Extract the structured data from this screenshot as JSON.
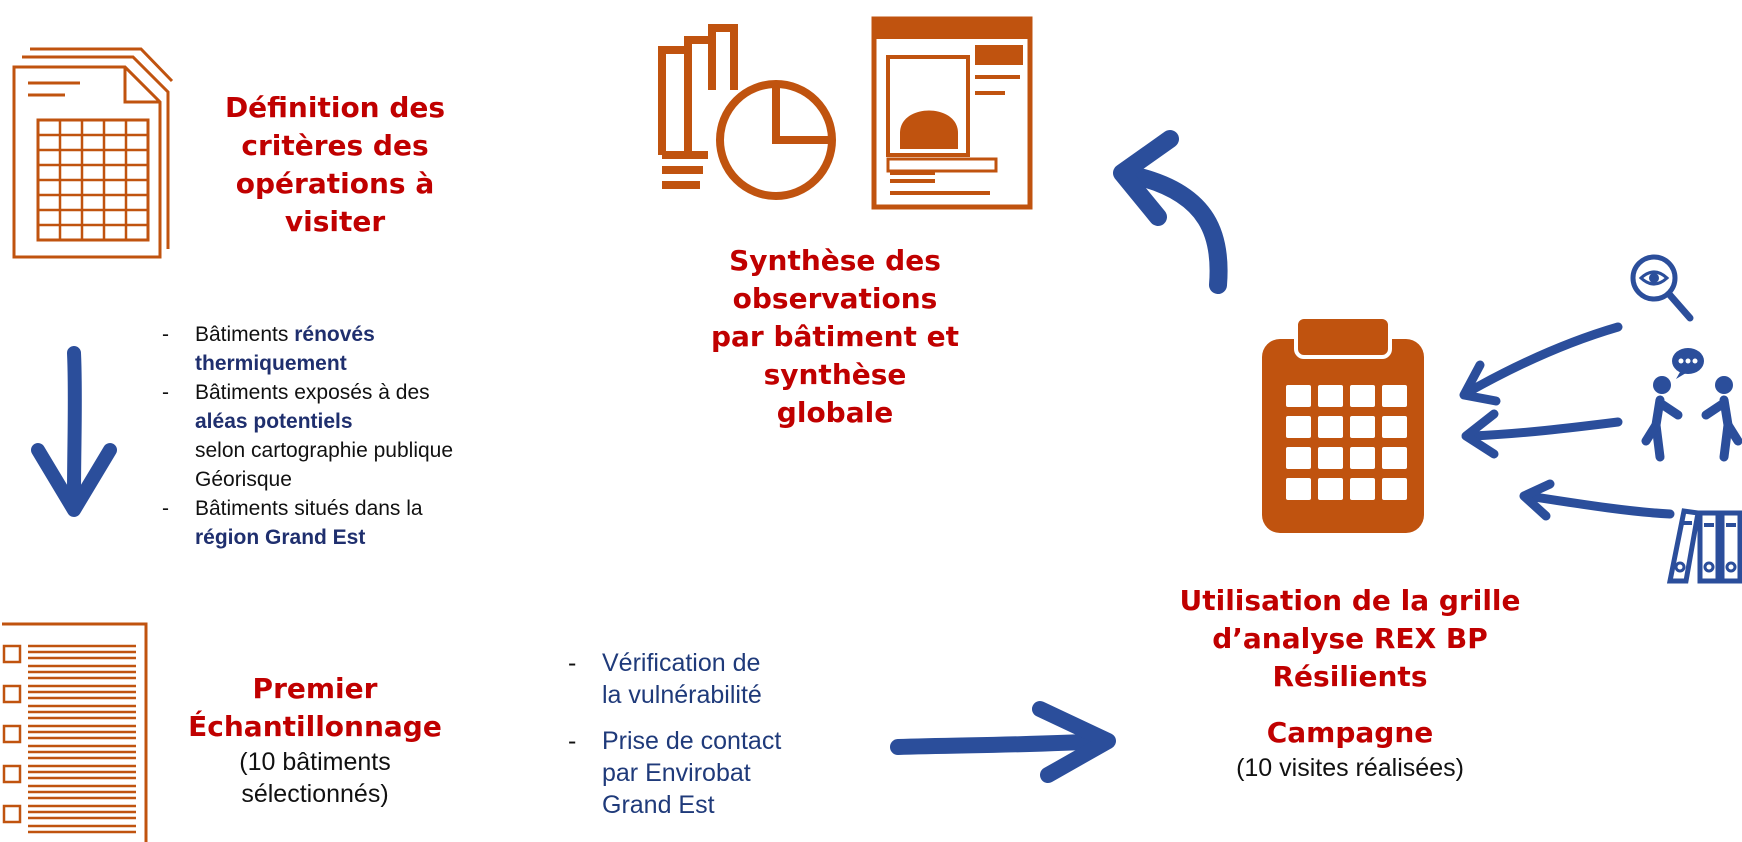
{
  "step1": {
    "title_lines": [
      "Définition des",
      "critères des",
      "opérations à",
      "visiter"
    ]
  },
  "criteria": {
    "item1": {
      "prefix": "Bâtiments ",
      "emph1": "rénovés",
      "emph2": "thermiquement"
    },
    "item2": {
      "prefix": "Bâtiments exposés à des",
      "emph": "aléas potentiels",
      "suffix1": "selon cartographie publique",
      "suffix2": "Géorisque"
    },
    "item3": {
      "prefix": "Bâtiments situés dans la",
      "emph": "région Grand Est"
    }
  },
  "step2": {
    "title_line1": "Premier",
    "title_line2": "Échantillonnage",
    "sub_line1": "(10 bâtiments",
    "sub_line2": "sélectionnés)"
  },
  "actions": {
    "item1_line1": "Vérification de",
    "item1_line2": "la vulnérabilité",
    "item2_line1": "Prise de contact",
    "item2_line2": "par Envirobat",
    "item2_line3": "Grand Est"
  },
  "step3": {
    "title_lines": [
      "Utilisation de la grille",
      "d’analyse REX BP",
      "Résilients"
    ],
    "campaign": "Campagne",
    "campaign_sub": "(10 visites réalisées)"
  },
  "step4": {
    "title_lines": [
      "Synthèse des",
      "observations",
      "par bâtiment et",
      "synthèse",
      "globale"
    ]
  },
  "colors": {
    "accent_red": "#c00000",
    "icon_orange": "#c0530f",
    "arrow_blue": "#2b4e9b",
    "emphasis_navy": "#1f2f6e"
  },
  "icons": [
    "spreadsheet-document-icon",
    "checklist-document-icon",
    "bar-pie-chart-icon",
    "report-document-icon",
    "clipboard-grid-icon",
    "magnifier-eye-icon",
    "people-discussion-icon",
    "binders-icon"
  ]
}
